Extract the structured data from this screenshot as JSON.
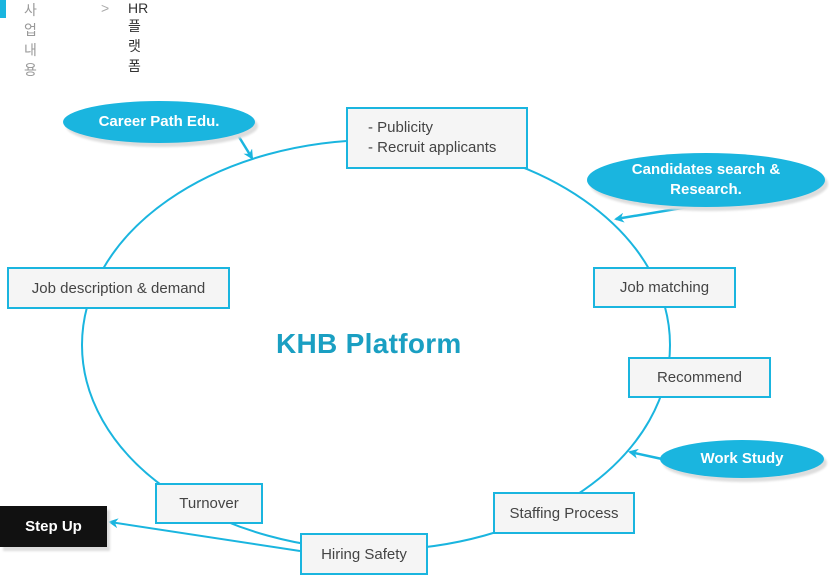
{
  "breadcrumb": {
    "items": [
      "사업내용",
      "HR플랫폼"
    ],
    "separator": ">"
  },
  "diagram": {
    "title": "KHB Platform",
    "accent_color": "#1ab5df",
    "title_color": "#1a9fc2",
    "stages": [
      {
        "id": "publicity",
        "lines": [
          "- Publicity",
          "- Recruit applicants"
        ]
      },
      {
        "id": "job-matching",
        "label": "Job matching"
      },
      {
        "id": "recommend",
        "label": "Recommend"
      },
      {
        "id": "staffing-process",
        "label": "Staffing Process"
      },
      {
        "id": "hiring-safety",
        "label": "Hiring Safety"
      },
      {
        "id": "turnover",
        "label": "Turnover"
      },
      {
        "id": "job-description",
        "label": "Job description & demand"
      }
    ],
    "callouts": [
      {
        "id": "career-path",
        "label": "Career Path Edu."
      },
      {
        "id": "candidates-search",
        "lines": [
          "Candidates search &",
          "Research."
        ]
      },
      {
        "id": "work-study",
        "label": "Work Study"
      }
    ],
    "step_up": {
      "label": "Step Up",
      "color": "#111111"
    }
  }
}
